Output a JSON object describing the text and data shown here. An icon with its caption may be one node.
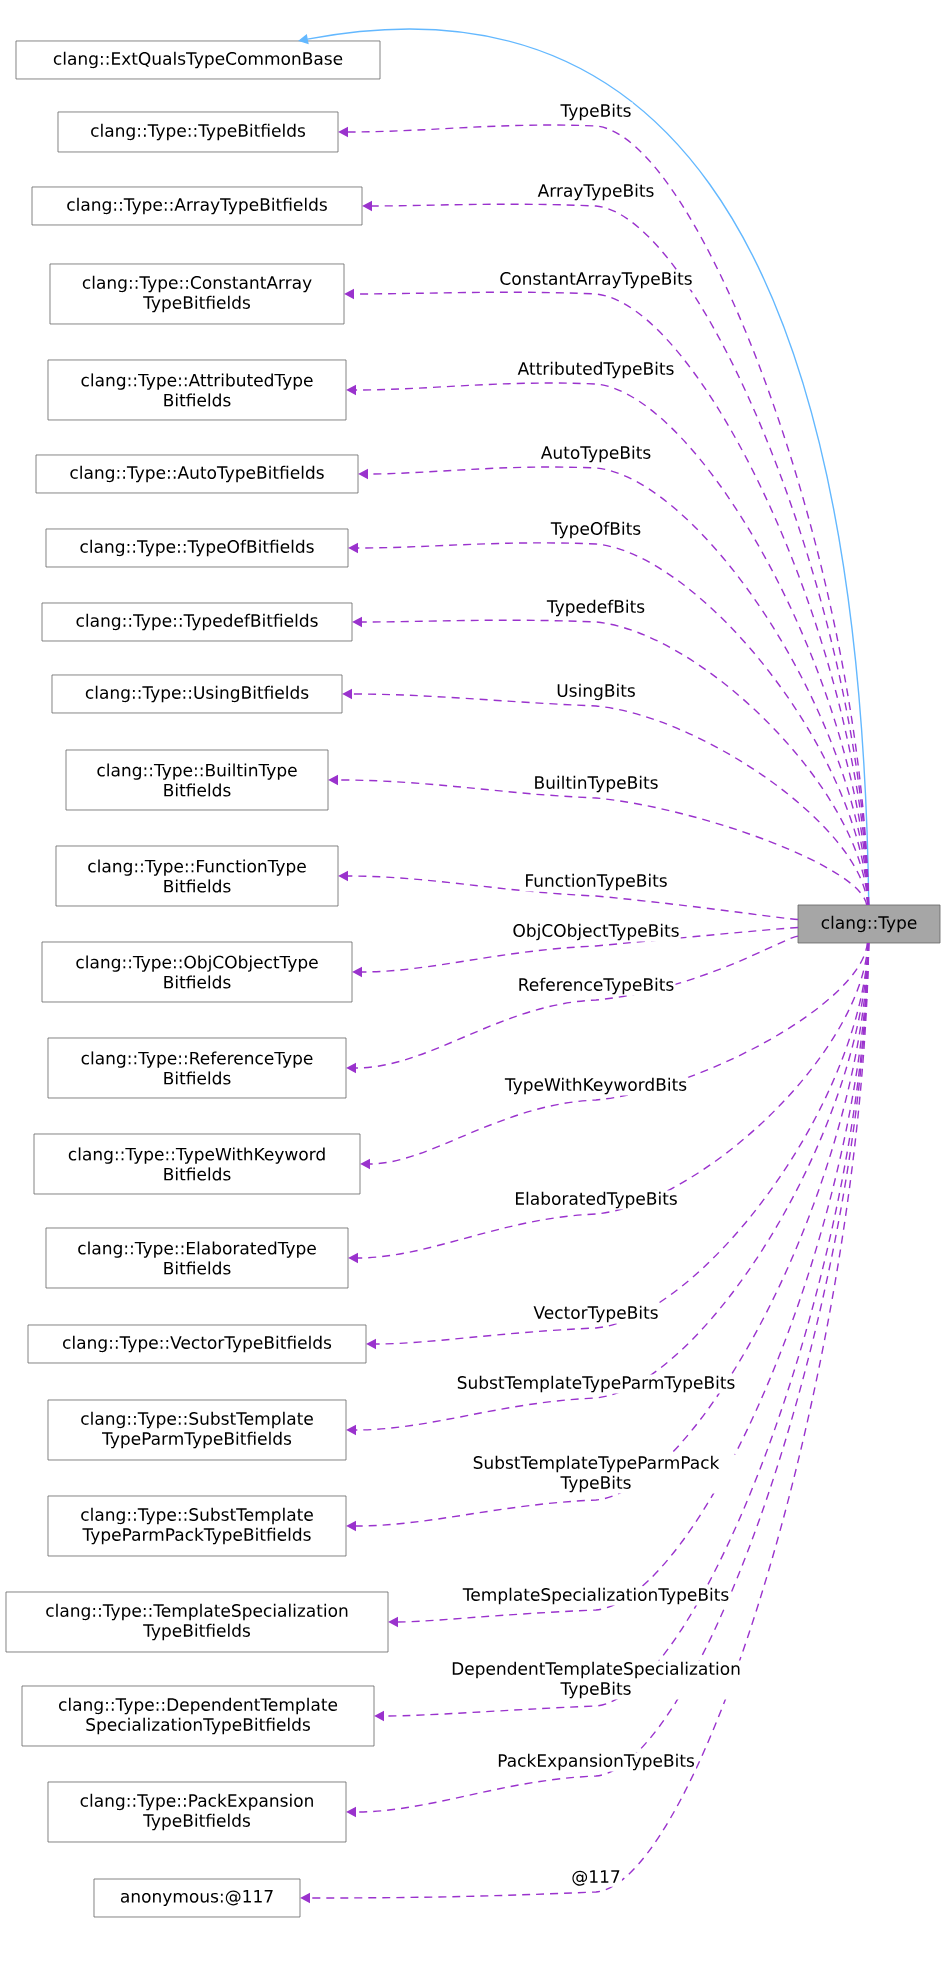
{
  "diagram": {
    "nodes": [
      {
        "text": [
          "clang::ExtQualsTypeCommonBase"
        ]
      },
      {
        "text": [
          "clang::Type::TypeBitfields"
        ]
      },
      {
        "text": [
          "clang::Type::ArrayTypeBitfields"
        ]
      },
      {
        "text": [
          "clang::Type::ConstantArray TypeBitfields"
        ]
      },
      {
        "text": [
          "clang::Type::AttributedType Bitfields"
        ]
      },
      {
        "text": [
          "clang::Type::AutoTypeBitfields"
        ]
      },
      {
        "text": [
          "clang::Type::TypeOfBitfields"
        ]
      },
      {
        "text": [
          "clang::Type::TypedefBitfields"
        ]
      },
      {
        "text": [
          "clang::Type::UsingBitfields"
        ]
      },
      {
        "text": [
          "clang::Type::BuiltinType Bitfields"
        ]
      },
      {
        "text": [
          "clang::Type::FunctionType Bitfields"
        ]
      },
      {
        "text": [
          "clang::Type::ObjCObjectType Bitfields"
        ]
      },
      {
        "text": [
          "clang::Type::ReferenceType Bitfields"
        ]
      },
      {
        "text": [
          "clang::Type::TypeWithKeyword Bitfields"
        ]
      },
      {
        "text": [
          "clang::Type::ElaboratedType Bitfields"
        ]
      },
      {
        "text": [
          "clang::Type::VectorTypeBitfields"
        ]
      },
      {
        "text": [
          "clang::Type::SubstTemplate TypeParmTypeBitfields"
        ]
      },
      {
        "text": [
          "clang::Type::SubstTemplate TypeParmPackTypeBitfields"
        ]
      },
      {
        "text": [
          "clang::Type::TemplateSpecialization TypeBitfields"
        ]
      },
      {
        "text": [
          "clang::Type::DependentTemplate SpecializationTypeBitfields"
        ]
      },
      {
        "text": [
          "clang::Type::PackExpansion TypeBitfields"
        ]
      },
      {
        "text": [
          "anonymous:@117"
        ]
      },
      {
        "text": [
          "clang::Type"
        ]
      }
    ],
    "edges": [
      {
        "from": 22,
        "to": 0,
        "arrow": "to",
        "color": "#63b8ff"
      },
      {
        "from": 22,
        "to": 1,
        "arrow": "to",
        "style": "dashed",
        "label": "TypeBits"
      },
      {
        "from": 22,
        "to": 2,
        "arrow": "to",
        "style": "dashed",
        "label": "ArrayTypeBits"
      },
      {
        "from": 22,
        "to": 3,
        "arrow": "to",
        "style": "dashed",
        "label": "ConstantArrayTypeBits"
      },
      {
        "from": 22,
        "to": 4,
        "arrow": "to",
        "style": "dashed",
        "label": "AttributedTypeBits"
      },
      {
        "from": 22,
        "to": 5,
        "arrow": "to",
        "style": "dashed",
        "label": "AutoTypeBits"
      },
      {
        "from": 22,
        "to": 6,
        "arrow": "to",
        "style": "dashed",
        "label": "TypeOfBits"
      },
      {
        "from": 22,
        "to": 7,
        "arrow": "to",
        "style": "dashed",
        "label": "TypedefBits"
      },
      {
        "from": 22,
        "to": 8,
        "arrow": "to",
        "style": "dashed",
        "label": "UsingBits"
      },
      {
        "from": 22,
        "to": 9,
        "arrow": "to",
        "style": "dashed",
        "label": "BuiltinTypeBits"
      },
      {
        "from": 22,
        "to": 10,
        "arrow": "to",
        "style": "dashed",
        "label": "FunctionTypeBits"
      },
      {
        "from": 22,
        "to": 11,
        "arrow": "to",
        "style": "dashed",
        "label": "ObjCObjectTypeBits"
      },
      {
        "from": 22,
        "to": 12,
        "arrow": "to",
        "style": "dashed",
        "label": "ReferenceTypeBits"
      },
      {
        "from": 22,
        "to": 13,
        "arrow": "to",
        "style": "dashed",
        "label": "TypeWithKeywordBits"
      },
      {
        "from": 22,
        "to": 14,
        "arrow": "to",
        "style": "dashed",
        "label": "ElaboratedTypeBits"
      },
      {
        "from": 22,
        "to": 15,
        "arrow": "to",
        "style": "dashed",
        "label": "VectorTypeBits"
      },
      {
        "from": 22,
        "to": 16,
        "arrow": "to",
        "style": "dashed",
        "label": "SubstTemplateTypeParmTypeBits"
      },
      {
        "from": 22,
        "to": 17,
        "arrow": "to",
        "style": "dashed",
        "label": "SubstTemplateTypeParmPack TypeBits"
      },
      {
        "from": 22,
        "to": 18,
        "arrow": "to",
        "style": "dashed",
        "label": "TemplateSpecializationTypeBits"
      },
      {
        "from": 22,
        "to": 19,
        "arrow": "to",
        "style": "dashed",
        "label": "DependentTemplateSpecialization TypeBits"
      },
      {
        "from": 22,
        "to": 20,
        "arrow": "to",
        "style": "dashed",
        "label": "PackExpansionTypeBits"
      },
      {
        "from": 22,
        "to": 21,
        "arrow": "to",
        "style": "dashed",
        "label": "@117"
      }
    ]
  }
}
